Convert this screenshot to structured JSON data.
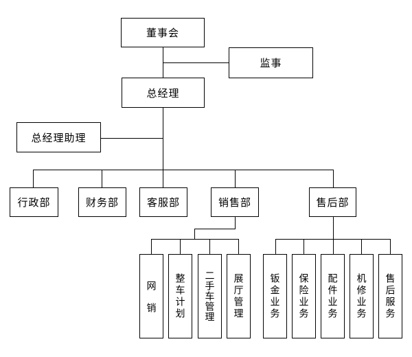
{
  "diagram": {
    "type": "org-chart",
    "colors": {
      "background": "#ffffff",
      "line": "#000000",
      "text": "#000000",
      "node_fill": "#ffffff"
    },
    "nodes": {
      "board": "董事会",
      "supervisor": "监事",
      "general_manager": "总经理",
      "gm_assistant": "总经理助理"
    },
    "departments": [
      "行政部",
      "财务部",
      "客服部",
      "销售部",
      "售后部"
    ],
    "sales_children": [
      "网销",
      "整车计划",
      "二手车管理",
      "展厅管理"
    ],
    "aftersales_children": [
      "钣金业务",
      "保险业务",
      "配件业务",
      "机修业务",
      "售后服务"
    ]
  }
}
